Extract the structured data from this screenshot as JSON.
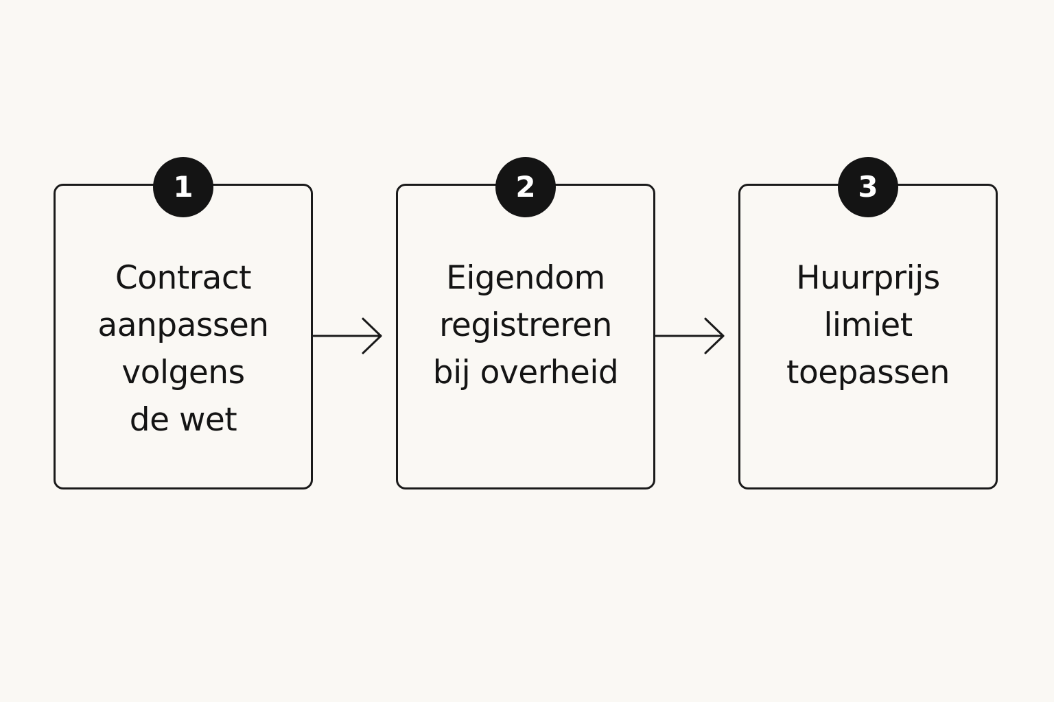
{
  "steps": [
    {
      "number": "1",
      "lines": [
        "Contract",
        "aanpassen",
        "volgens",
        "de wet"
      ]
    },
    {
      "number": "2",
      "lines": [
        "Eigendom",
        "registreren",
        "bij overheid"
      ]
    },
    {
      "number": "3",
      "lines": [
        "Huurprijs",
        "limiet",
        "toepassen"
      ]
    }
  ],
  "colors": {
    "background": "#faf8f4",
    "stroke": "#1a1a1a",
    "badge_fill": "#141414",
    "badge_text": "#ffffff"
  }
}
